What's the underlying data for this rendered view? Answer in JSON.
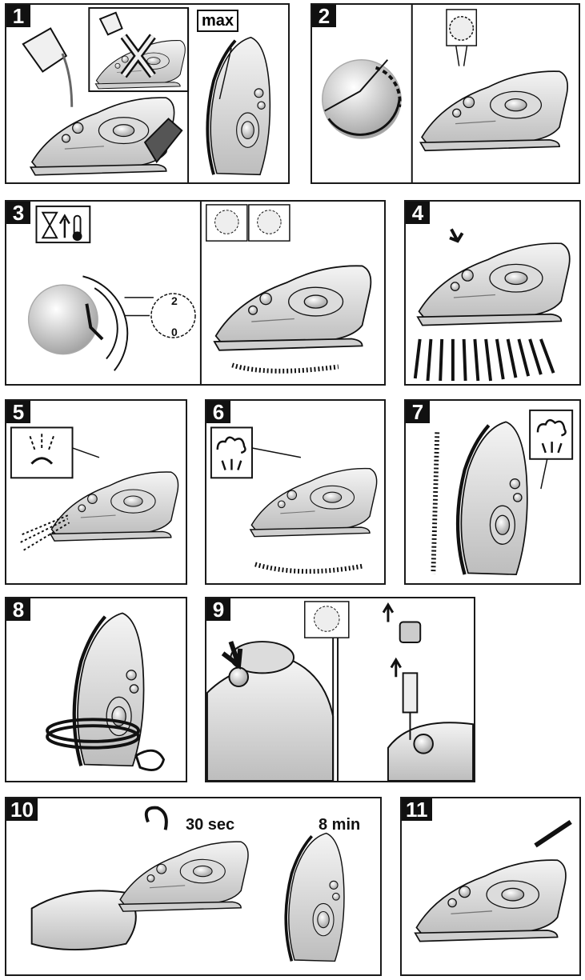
{
  "steps": [
    {
      "number": "1"
    },
    {
      "number": "2"
    },
    {
      "number": "3"
    },
    {
      "number": "4"
    },
    {
      "number": "5"
    },
    {
      "number": "6"
    },
    {
      "number": "7"
    },
    {
      "number": "8"
    },
    {
      "number": "9"
    },
    {
      "number": "10"
    },
    {
      "number": "11"
    }
  ],
  "labels": {
    "max": "max",
    "dial_2": "2",
    "dial_0": "0",
    "time_30": "30 sec",
    "time_8": "8 min"
  },
  "icons": {
    "step1": [
      "water-jug-icon",
      "forbidden-x-icon",
      "max-fill-line-icon"
    ],
    "step3": [
      "hourglass-icon",
      "temperature-up-icon",
      "steam-dial-icon"
    ],
    "step5": [
      "spray-icon"
    ],
    "step6": [
      "steam-shot-icon"
    ],
    "step7": [
      "steam-shot-icon"
    ],
    "step9": [
      "calc-clean-dial-icon",
      "anti-calc-valve-icon"
    ]
  },
  "colors": {
    "ink": "#111111",
    "iron_light": "#e8e8e8",
    "iron_mid": "#bdbdbd",
    "iron_dark": "#8a8a8a"
  }
}
